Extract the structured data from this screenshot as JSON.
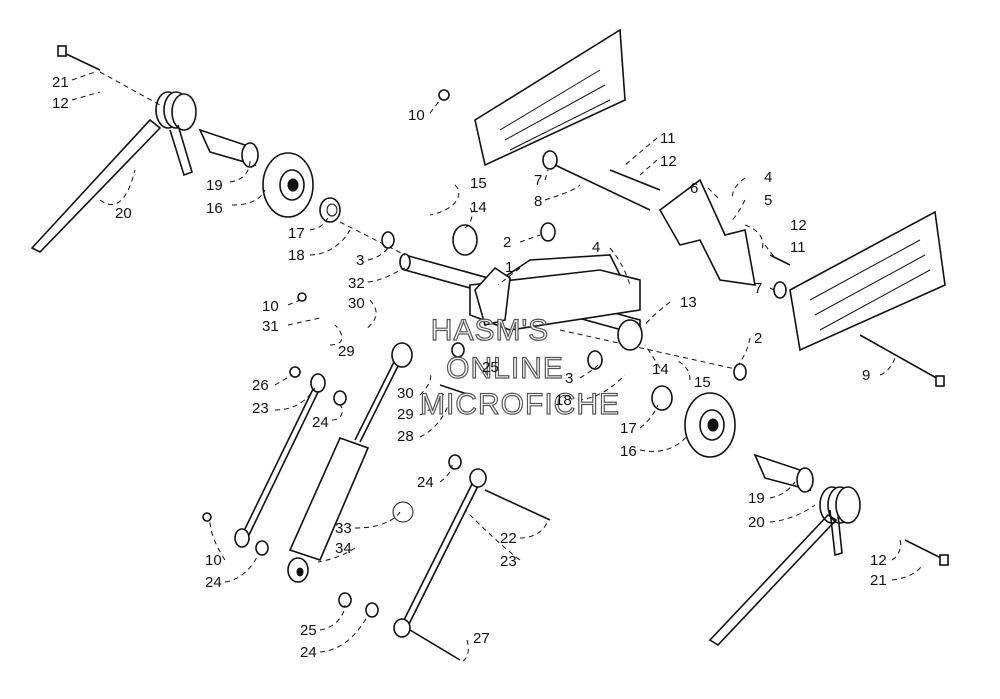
{
  "callouts": [
    {
      "id": "c21a",
      "text": "21"
    },
    {
      "id": "c12a",
      "text": "12"
    },
    {
      "id": "c20a",
      "text": "20"
    },
    {
      "id": "c19a",
      "text": "19"
    },
    {
      "id": "c16a",
      "text": "16"
    },
    {
      "id": "c17a",
      "text": "17"
    },
    {
      "id": "c18a",
      "text": "18"
    },
    {
      "id": "c3a",
      "text": "3"
    },
    {
      "id": "c32",
      "text": "32"
    },
    {
      "id": "c10a",
      "text": "10"
    },
    {
      "id": "c31",
      "text": "31"
    },
    {
      "id": "c30a",
      "text": "30"
    },
    {
      "id": "c29a",
      "text": "29"
    },
    {
      "id": "c26",
      "text": "26"
    },
    {
      "id": "c23a",
      "text": "23"
    },
    {
      "id": "c24a",
      "text": "24"
    },
    {
      "id": "c30b",
      "text": "30"
    },
    {
      "id": "c29b",
      "text": "29"
    },
    {
      "id": "c28",
      "text": "28"
    },
    {
      "id": "c25a",
      "text": "25"
    },
    {
      "id": "c10b",
      "text": "10"
    },
    {
      "id": "c15a",
      "text": "15"
    },
    {
      "id": "c14a",
      "text": "14"
    },
    {
      "id": "c7a",
      "text": "7"
    },
    {
      "id": "c8",
      "text": "8"
    },
    {
      "id": "c2a",
      "text": "2"
    },
    {
      "id": "c1",
      "text": "1"
    },
    {
      "id": "c4a",
      "text": "4"
    },
    {
      "id": "c11a",
      "text": "11"
    },
    {
      "id": "c12b",
      "text": "12"
    },
    {
      "id": "c6",
      "text": "6"
    },
    {
      "id": "c4b",
      "text": "4"
    },
    {
      "id": "c5",
      "text": "5"
    },
    {
      "id": "c12c",
      "text": "12"
    },
    {
      "id": "c11b",
      "text": "11"
    },
    {
      "id": "c7b",
      "text": "7"
    },
    {
      "id": "c2b",
      "text": "2"
    },
    {
      "id": "c13",
      "text": "13"
    },
    {
      "id": "c14b",
      "text": "14"
    },
    {
      "id": "c15b",
      "text": "15"
    },
    {
      "id": "c3b",
      "text": "3"
    },
    {
      "id": "c18b",
      "text": "18"
    },
    {
      "id": "c17b",
      "text": "17"
    },
    {
      "id": "c16b",
      "text": "16"
    },
    {
      "id": "c9",
      "text": "9"
    },
    {
      "id": "c24b",
      "text": "24"
    },
    {
      "id": "c22",
      "text": "22"
    },
    {
      "id": "c23b",
      "text": "23"
    },
    {
      "id": "c33",
      "text": "33"
    },
    {
      "id": "c34",
      "text": "34"
    },
    {
      "id": "c10c",
      "text": "10"
    },
    {
      "id": "c24c",
      "text": "24"
    },
    {
      "id": "c25b",
      "text": "25"
    },
    {
      "id": "c24d",
      "text": "24"
    },
    {
      "id": "c27",
      "text": "27"
    },
    {
      "id": "c19b",
      "text": "19"
    },
    {
      "id": "c20b",
      "text": "20"
    },
    {
      "id": "c12d",
      "text": "12"
    },
    {
      "id": "c21b",
      "text": "21"
    }
  ],
  "watermark": {
    "line1": "HASM'S",
    "line2": "ONLINE",
    "line3": "MICROFICHE"
  }
}
